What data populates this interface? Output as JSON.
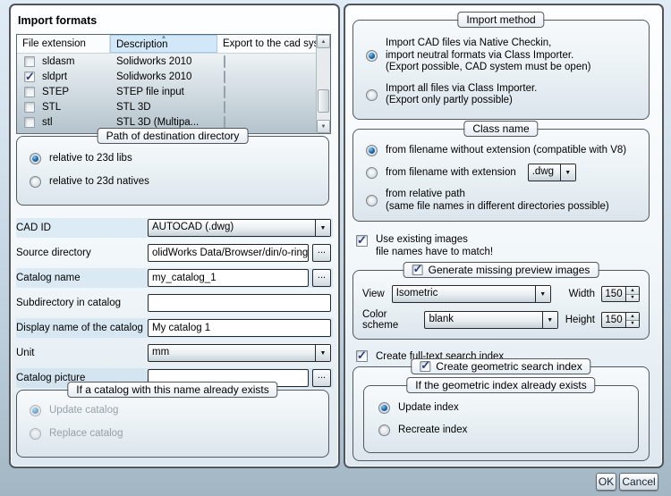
{
  "window": {
    "ok_label": "OK",
    "cancel_label": "Cancel"
  },
  "icons": {
    "dropdown_arrow": "▼",
    "spinner_up": "▲",
    "spinner_down": "▼",
    "sort_ascending": "▲",
    "scroll_up": "▲",
    "scroll_down": "▼",
    "checkmark": "✓"
  },
  "colors": {
    "selection_blue": "#1e6fae",
    "check_navy": "#2c3e82",
    "sorted_header": "#d2e8f8",
    "panel_border": "#4f565c"
  },
  "import_formats": {
    "title": "Import formats",
    "table": {
      "columns": [
        "File extension",
        "Description",
        "Export to the cad system"
      ],
      "sorted_column": "Description",
      "rows": [
        {
          "extension": "sldasm",
          "description": "Solidworks 2010",
          "enabled": false,
          "export": false
        },
        {
          "extension": "sldprt",
          "description": "Solidworks 2010",
          "enabled": true,
          "export": false
        },
        {
          "extension": "STEP",
          "description": "STEP file input",
          "enabled": false,
          "export": false
        },
        {
          "extension": "STL",
          "description": "STL 3D",
          "enabled": false,
          "export": false
        },
        {
          "extension": "stl",
          "description": "STL 3D (Multipa...",
          "enabled": false,
          "export": false
        }
      ]
    },
    "path_group": {
      "title": "Path of destination directory",
      "options": [
        {
          "label": "relative to 23d libs",
          "selected": true
        },
        {
          "label": "relative to 23d natives",
          "selected": false
        }
      ]
    },
    "fields": {
      "cad_id": {
        "label": "CAD ID",
        "value": "AUTOCAD (.dwg)"
      },
      "source_directory": {
        "label": "Source directory",
        "value": "olidWorks Data/Browser/din/o-rings",
        "browse": "..."
      },
      "catalog_name": {
        "label": "Catalog name",
        "value": "my_catalog_1",
        "browse": "..."
      },
      "subdirectory": {
        "label": "Subdirectory in catalog",
        "value": ""
      },
      "display_name": {
        "label": "Display name of the catalog",
        "value": "My catalog 1"
      },
      "unit": {
        "label": "Unit",
        "value": "mm"
      },
      "catalog_picture": {
        "label": "Catalog picture",
        "value": "",
        "browse": "..."
      }
    },
    "exists_group": {
      "title": "If a catalog with this name already exists",
      "disabled": true,
      "options": [
        {
          "label": "Update catalog",
          "selected": true
        },
        {
          "label": "Replace catalog",
          "selected": false
        }
      ]
    }
  },
  "import_method": {
    "title": "Import method",
    "options": [
      {
        "lines": [
          "Import CAD files via Native Checkin,",
          "import neutral formats via Class Importer.",
          "(Export possible, CAD system must be open)"
        ],
        "selected": true
      },
      {
        "lines": [
          "Import all files via Class Importer.",
          "(Export only partly possible)"
        ],
        "selected": false
      }
    ]
  },
  "class_name": {
    "title": "Class name",
    "options": [
      {
        "lines": [
          "from filename without extension (compatible with V8)"
        ],
        "selected": true
      },
      {
        "lines": [
          "from filename with extension"
        ],
        "selected": false,
        "extension_value": ".dwg"
      },
      {
        "lines": [
          "from relative path",
          "(same file names in different directories possible)"
        ],
        "selected": false
      }
    ]
  },
  "use_existing_images": {
    "line1": "Use existing images",
    "line2": "file names have to match!",
    "checked": true
  },
  "preview_images": {
    "title": "Generate missing preview images",
    "checked": true,
    "view": {
      "label": "View",
      "value": "Isometric"
    },
    "width": {
      "label": "Width",
      "value": "150"
    },
    "color_scheme": {
      "label": "Color scheme",
      "value": "blank"
    },
    "height": {
      "label": "Height",
      "value": "150"
    }
  },
  "fulltext_index": {
    "label": "Create full-text search index",
    "checked": true
  },
  "geometric_index": {
    "title": "Create geometric search index",
    "checked": true,
    "inner": {
      "title": "If the geometric index already exists",
      "options": [
        {
          "label": "Update index",
          "selected": true
        },
        {
          "label": "Recreate index",
          "selected": false
        }
      ]
    }
  }
}
